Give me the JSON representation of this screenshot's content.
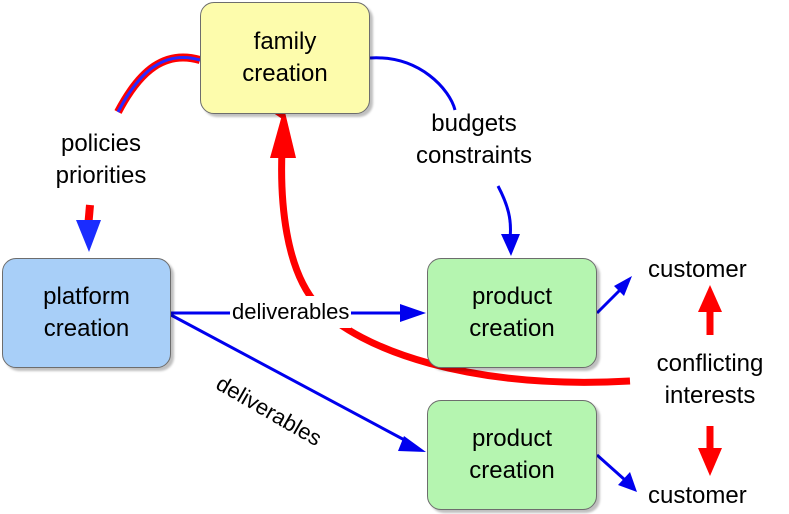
{
  "boxes": {
    "family": {
      "line1": "family",
      "line2": "creation"
    },
    "platform": {
      "line1": "platform",
      "line2": "creation"
    },
    "product_top": {
      "line1": "product",
      "line2": "creation"
    },
    "product_bottom": {
      "line1": "product",
      "line2": "creation"
    }
  },
  "labels": {
    "policies": {
      "line1": "policies",
      "line2": "priorities"
    },
    "budgets": {
      "line1": "budgets",
      "line2": "constraints"
    },
    "deliverables_top": "deliverables",
    "deliverables_bottom": "deliverables",
    "customer_top": "customer",
    "customer_bottom": "customer",
    "conflicting": {
      "line1": "conflicting",
      "line2": "interests"
    }
  },
  "colors": {
    "red": "#ff0000",
    "blue": "#0000ee",
    "family_fill": "#fdfcac",
    "platform_fill": "#a8cff8",
    "product_fill": "#b5f5b0"
  }
}
